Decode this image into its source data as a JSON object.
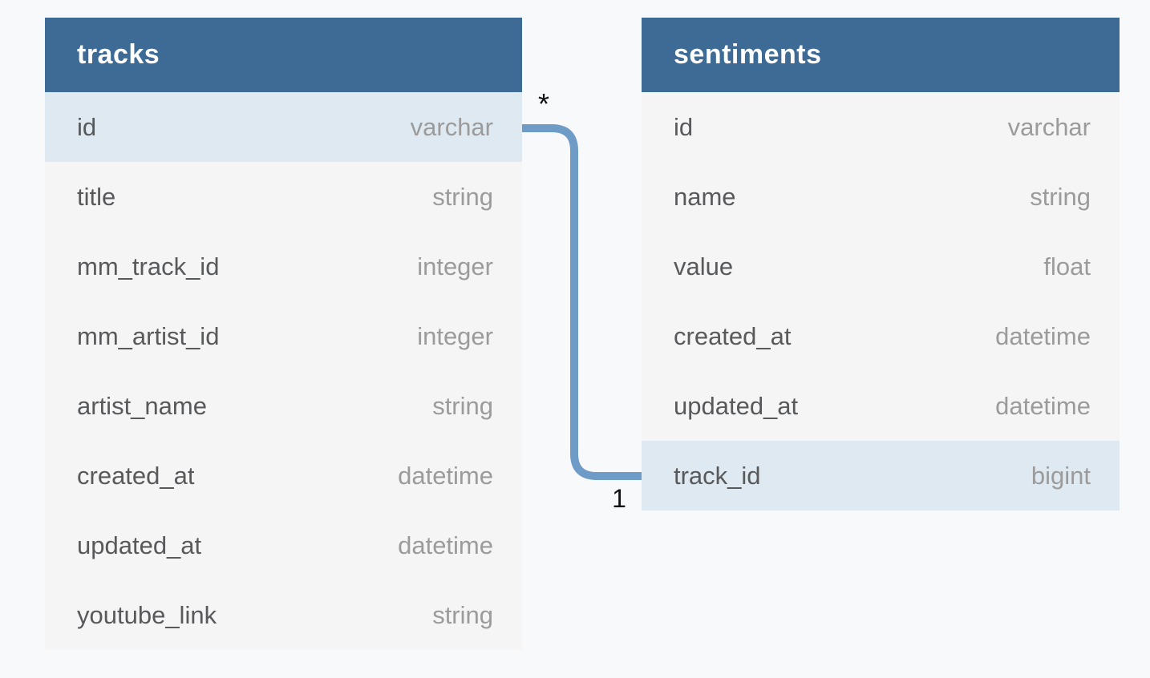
{
  "diagram": {
    "tables": [
      {
        "name": "tracks",
        "fields": [
          {
            "name": "id",
            "type": "varchar",
            "highlighted": true
          },
          {
            "name": "title",
            "type": "string",
            "highlighted": false
          },
          {
            "name": "mm_track_id",
            "type": "integer",
            "highlighted": false
          },
          {
            "name": "mm_artist_id",
            "type": "integer",
            "highlighted": false
          },
          {
            "name": "artist_name",
            "type": "string",
            "highlighted": false
          },
          {
            "name": "created_at",
            "type": "datetime",
            "highlighted": false
          },
          {
            "name": "updated_at",
            "type": "datetime",
            "highlighted": false
          },
          {
            "name": "youtube_link",
            "type": "string",
            "highlighted": false
          }
        ]
      },
      {
        "name": "sentiments",
        "fields": [
          {
            "name": "id",
            "type": "varchar",
            "highlighted": false
          },
          {
            "name": "name",
            "type": "string",
            "highlighted": false
          },
          {
            "name": "value",
            "type": "float",
            "highlighted": false
          },
          {
            "name": "created_at",
            "type": "datetime",
            "highlighted": false
          },
          {
            "name": "updated_at",
            "type": "datetime",
            "highlighted": false
          },
          {
            "name": "track_id",
            "type": "bigint",
            "highlighted": true
          }
        ]
      }
    ],
    "connector": {
      "from_table": "tracks",
      "from_field": "id",
      "to_table": "sentiments",
      "to_field": "track_id",
      "from_cardinality": "*",
      "to_cardinality": "1"
    },
    "colors": {
      "canvas_bg": "#f8f9fb",
      "header_bg": "#3e6b96",
      "header_text": "#ffffff",
      "row_bg": "#f5f5f6",
      "row_highlight_bg": "#dfe9f1",
      "field_text": "#58595b",
      "type_text": "#9b9b9b",
      "connector_line": "#6f9bc7",
      "cardinality_text": "#111111"
    }
  }
}
